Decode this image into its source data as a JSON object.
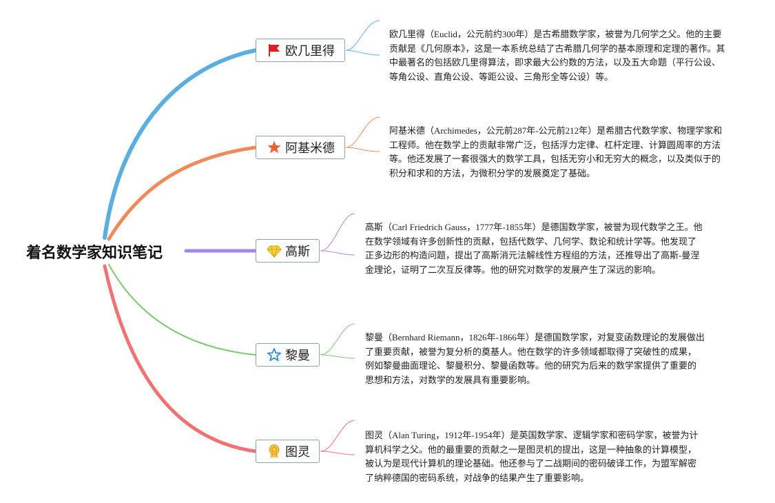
{
  "root": {
    "title": "着名数学家知识笔记"
  },
  "colors": {
    "branch_euclid": "#5aafe0",
    "branch_archimedes": "#f08a5a",
    "branch_gauss": "#a686e8",
    "branch_riemann": "#7cc870",
    "branch_turing": "#ef7372",
    "node_border": "#86a89d"
  },
  "branches": [
    {
      "name": "欧几里得",
      "icon": "red-flag-icon",
      "desc": "欧几里得（Euclid，公元前约300年）是古希腊数学家，被誉为几何学之父。他的主要贡献是《几何原本》，这是一本系统总结了古希腊几何学的基本原理和定理的著作。其中最著名的包括欧几里得算法，即求最大公约数的方法，以及五大命题（平行公设、等角公设、直角公设、等距公设、三角形全等公设）等。"
    },
    {
      "name": "阿基米德",
      "icon": "orange-star-icon",
      "desc": "阿基米德（Archimedes，公元前287年-公元前212年）是希腊古代数学家、物理学家和工程师。他在数学上的贡献非常广泛，包括浮力定律、杠杆定理、计算圆周率的方法等。他还发展了一套很强大的数学工具，包括无穷小和无穷大的概念，以及类似于的积分和求和的方法，为微积分学的发展奠定了基础。"
    },
    {
      "name": "高斯",
      "icon": "diamond-icon",
      "desc": "高斯（Carl Friedrich Gauss，1777年-1855年）是德国数学家，被誉为现代数学之王。他在数学领域有许多创新性的贡献，包括代数学、几何学、数论和统计学等。他发现了正多边形的构造问题，提出了高斯消元法解线性方程组的方法，还推导出了高斯-曼涅金理论，证明了二次互反律等。他的研究对数学的发展产生了深远的影响。"
    },
    {
      "name": "黎曼",
      "icon": "outline-star-icon",
      "desc": "黎曼（Bernhard Riemann，1826年-1866年）是德国数学家，对复变函数理论的发展做出了重要贡献，被誉为复分析的奠基人。他在数学的许多领域都取得了突破性的成果，例如黎曼曲面理论、黎曼积分、黎曼函数等。他的研究为后来的数学家提供了重要的思想和方法，对数学的发展具有重要影响。"
    },
    {
      "name": "图灵",
      "icon": "award-medal-icon",
      "desc": "图灵（Alan Turing，1912年-1954年）是英国数学家、逻辑学家和密码学家，被誉为计算机科学之父。他的最重要的贡献之一是图灵机的提出，这是一种抽象的计算模型，被认为是现代计算机的理论基础。他还参与了二战期间的密码破译工作，为盟军解密了纳粹德国的密码系统，对战争的结果产生了重要影响。"
    }
  ]
}
